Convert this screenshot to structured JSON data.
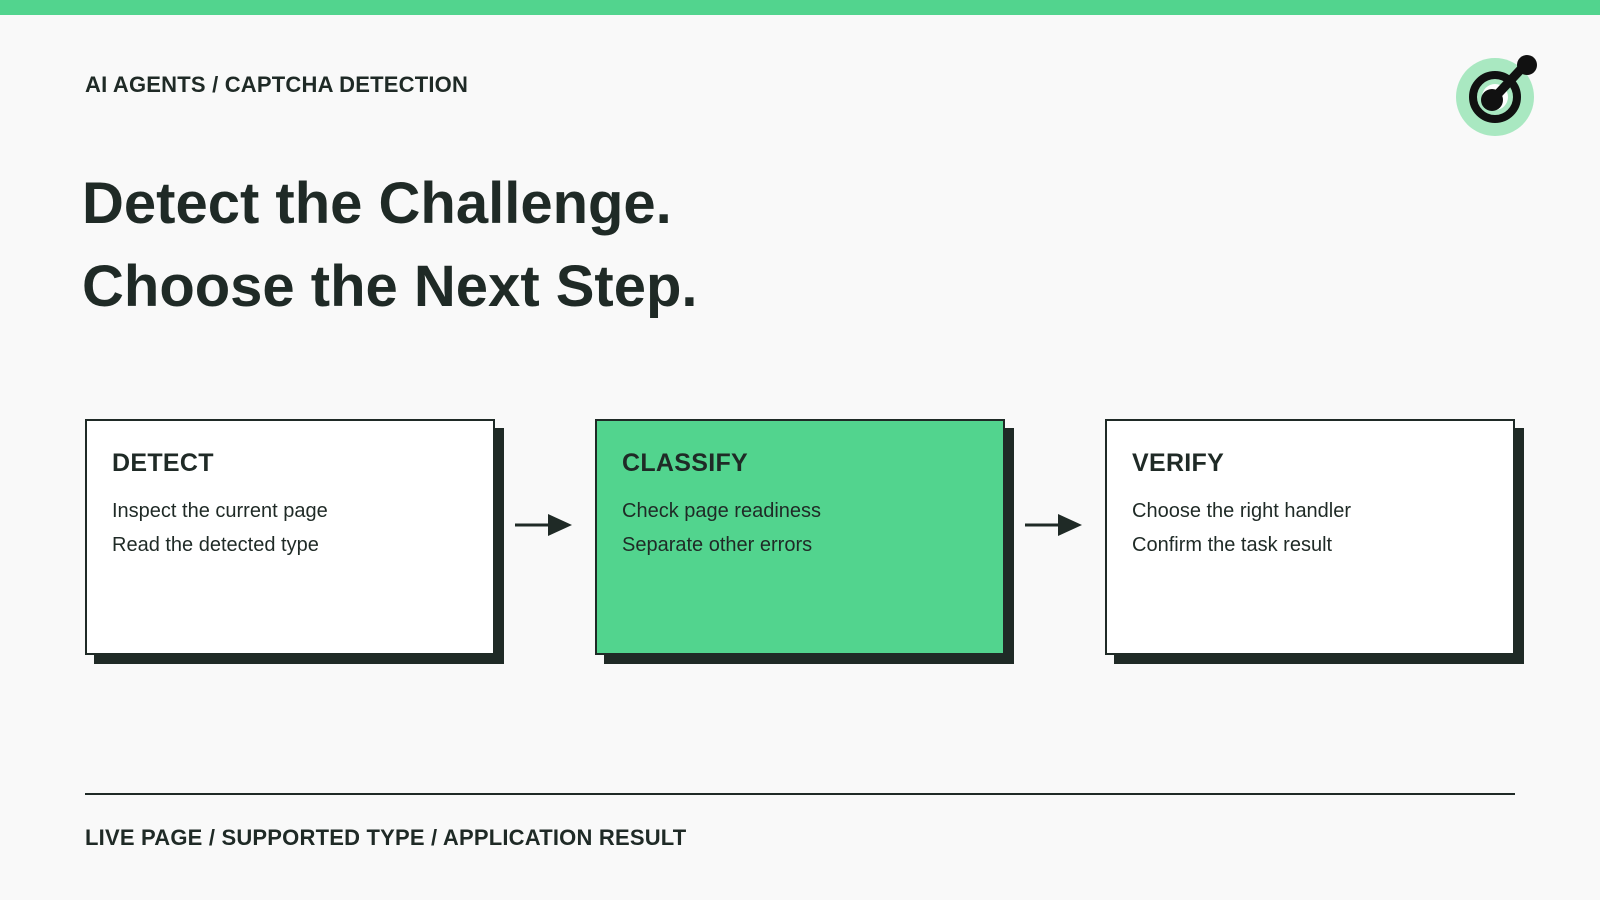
{
  "header": {
    "breadcrumb": "AI AGENTS / CAPTCHA DETECTION",
    "logo_icon": "brand-logo-icon"
  },
  "headline": {
    "line1": "Detect the Challenge.",
    "line2": "Choose the Next Step."
  },
  "steps": [
    {
      "title": "DETECT",
      "lines": [
        "Inspect the current page",
        "Read the detected type"
      ]
    },
    {
      "title": "CLASSIFY",
      "lines": [
        "Check page readiness",
        "Separate other errors"
      ],
      "highlighted": true
    },
    {
      "title": "VERIFY",
      "lines": [
        "Choose the right handler",
        "Confirm the task result"
      ]
    }
  ],
  "footer": {
    "text": "LIVE PAGE / SUPPORTED TYPE / APPLICATION RESULT"
  },
  "colors": {
    "accent": "#52d48e",
    "accent_light": "#a9e8c1",
    "ink": "#1f2a26",
    "background": "#f9f9f9",
    "card": "#ffffff"
  }
}
